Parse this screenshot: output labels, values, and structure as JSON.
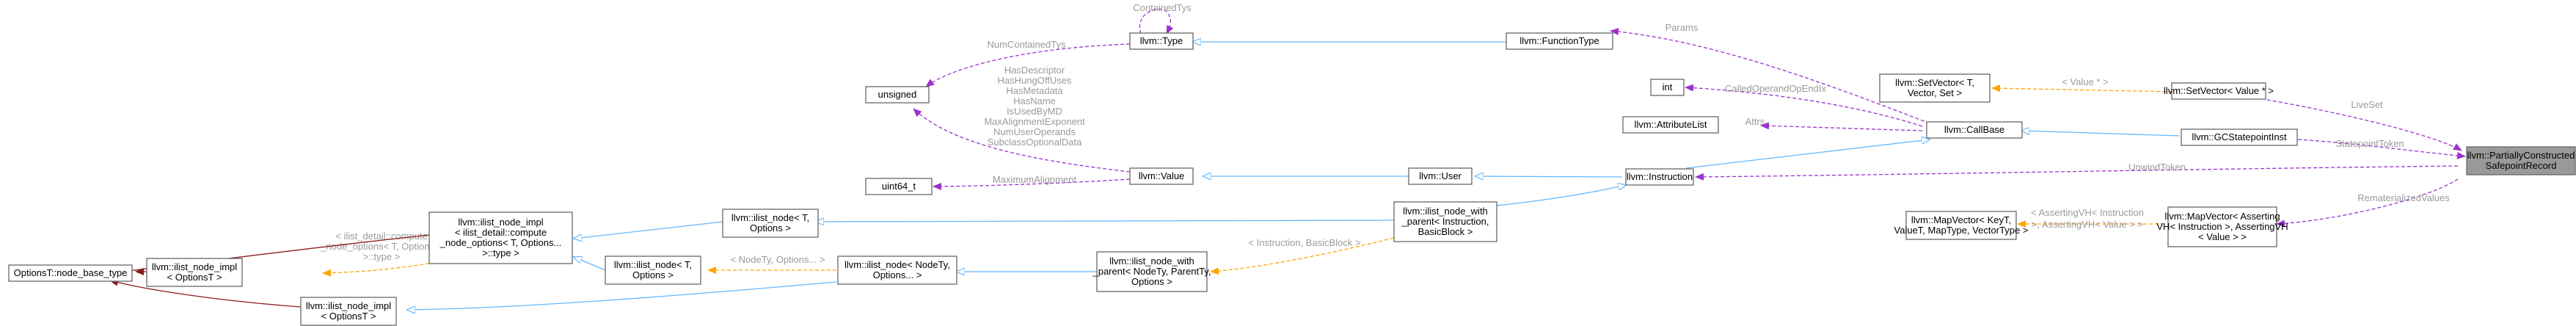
{
  "nodes": {
    "partially_constructed_safepoint_record": [
      "llvm::PartiallyConstructed",
      "SafepointRecord"
    ],
    "set_vector_value": [
      "llvm::SetVector< Value * >"
    ],
    "set_vector_t_set": [
      "llvm::SetVector< T,",
      "Vector, Set >"
    ],
    "gc_statepoint_inst": [
      "llvm::GCStatepointInst"
    ],
    "call_base": [
      "llvm::CallBase"
    ],
    "instruction": [
      "llvm::Instruction"
    ],
    "map_vector_asserting": [
      "llvm::MapVector< Asserting",
      "VH< Instruction >, AssertingVH",
      "< Value > >"
    ],
    "map_vector_key": [
      "llvm::MapVector< KeyT,",
      "ValueT, MapType, VectorType >"
    ],
    "function_type": [
      "llvm::FunctionType"
    ],
    "type": [
      "llvm::Type"
    ],
    "unsigned": [
      "unsigned"
    ],
    "int": [
      "int"
    ],
    "attribute_list": [
      "llvm::AttributeList"
    ],
    "user": [
      "llvm::User"
    ],
    "value": [
      "llvm::Value"
    ],
    "uint64": [
      "uint64_t"
    ],
    "ilist_node_with_parent_inst": [
      "llvm::ilist_node_with",
      "_parent< Instruction,",
      "BasicBlock >"
    ],
    "ilist_node_with_parent_generic": [
      "llvm::ilist_node_with",
      "_parent< NodeTy, ParentTy,",
      "Options >"
    ],
    "ilist_node_instruction": [
      "llvm::ilist_node< T,",
      "Options >"
    ],
    "ilist_node_nodety": [
      "llvm::ilist_node< NodeTy,",
      "Options... >"
    ],
    "ilist_node_t_options": [
      "llvm::ilist_node< T,",
      "Options >"
    ],
    "ilist_node_impl_compute": [
      "llvm::ilist_node_impl",
      "< ilist_detail::compute",
      "_node_options< T, Options...",
      " >::type >"
    ],
    "ilist_node_impl_options_t_1": [
      "llvm::ilist_node_impl",
      "< OptionsT >"
    ],
    "ilist_node_impl_options_t_2": [
      "llvm::ilist_node_impl",
      "< OptionsT >"
    ],
    "options_node_base_type": [
      "OptionsT::node_base_type"
    ]
  },
  "edge_labels": {
    "contained_tys": "ContainedTys",
    "num_contained_tys": "NumContainedTys",
    "params": "Params",
    "value_star": "< Value * >",
    "live_set": "LiveSet",
    "statepoint_token": "StatepointToken",
    "unwind_token": "UnwindToken",
    "rematerialized_values": "RematerializedValues",
    "called_operand_op_end_ix": "CalledOperandOpEndIx",
    "attrs": "Attrs",
    "value_fields": [
      "HasDescriptor",
      "HasHungOffUses",
      "HasMetadata",
      "HasName",
      "IsUsedByMD",
      "MaxAlignmentExponent",
      "NumUserOperands",
      "SubclassOptionalData"
    ],
    "maximum_alignment": "MaximumAlignment",
    "instruction_basic_block": "< Instruction, BasicBlock >",
    "asserting_vh": [
      "< AssertingVH< Instruction",
      " >, AssertingVH< Value > >"
    ],
    "nodety_options": "< NodeTy, Options... >",
    "compute_options": [
      "< ilist_detail::compute",
      "_node_options< T, Options...",
      " >::type >"
    ]
  }
}
